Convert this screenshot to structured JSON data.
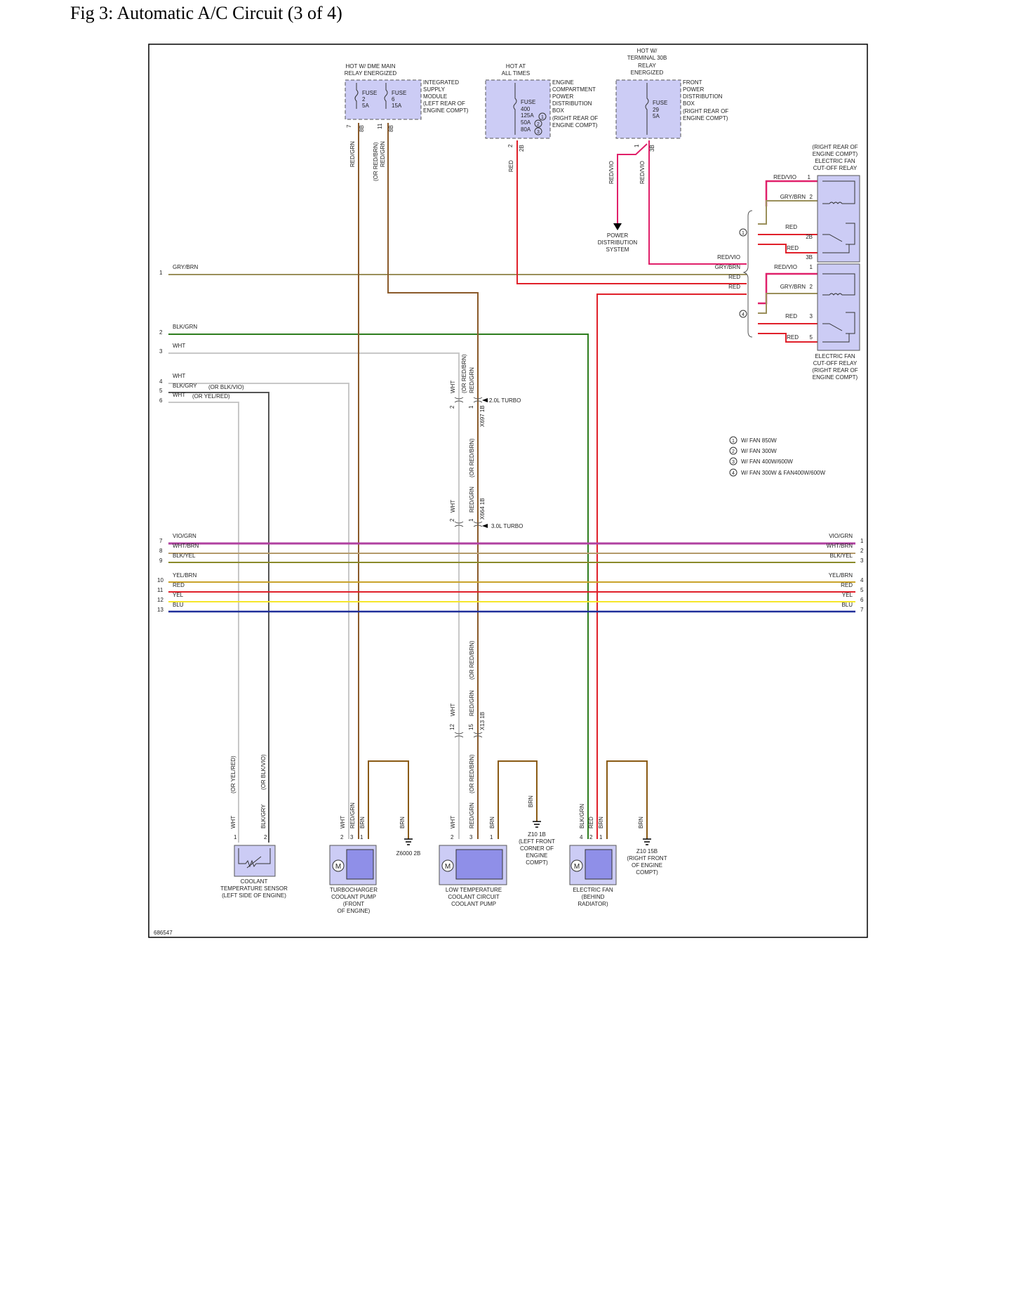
{
  "title": "Fig 3: Automatic A/C Circuit (3 of 4)",
  "figure_id": "686547",
  "colors": {
    "GRY/BRN": "#9a8f5a",
    "BLK/GRN": "#2e7d1e",
    "WHT": "#c8c8c8",
    "BLK/GRY": "#555555",
    "RED": "#e0202a",
    "RED/GRN": "#8a5a2a",
    "RED/VIO": "#e0206a",
    "VIO/GRN": "#b040a0",
    "WHT/BRN": "#b49a6a",
    "BLK/YEL": "#8a8a2a",
    "YEL/BRN": "#c9a22a",
    "YEL": "#f5e62a",
    "BLU": "#1f2f9a",
    "BRN": "#8a5a14",
    "box": "#ccccf5",
    "boxdark": "#8f8fe8"
  },
  "sources": [
    {
      "id": "ism",
      "header": [
        "HOT W/ DME MAIN",
        "RELAY ENERGIZED"
      ],
      "fuses": [
        [
          "FUSE",
          "2",
          "5A"
        ],
        [
          "FUSE",
          "6",
          "15A"
        ]
      ],
      "name": [
        "INTEGRATED",
        "SUPPLY",
        "MODULE",
        "(LEFT REAR OF",
        "ENGINE COMPT)"
      ],
      "pins": [
        [
          "7",
          "8B"
        ],
        [
          "11",
          "8B"
        ]
      ]
    },
    {
      "id": "ecpdb",
      "header": [
        "HOT AT",
        "ALL TIMES"
      ],
      "fuses": [
        [
          "FUSE",
          "400",
          "125A",
          "50A",
          "80A"
        ]
      ],
      "name": [
        "ENGINE",
        "COMPARTMENT",
        "POWER",
        "DISTRIBUTION",
        "BOX",
        "(RIGHT REAR OF",
        "ENGINE COMPT)"
      ],
      "pins": [
        [
          "2",
          "2B"
        ]
      ]
    },
    {
      "id": "fpdb",
      "header": [
        "HOT W/",
        "TERMINAL 30B",
        "RELAY",
        "ENERGIZED"
      ],
      "fuses": [
        [
          "FUSE",
          "29",
          "5A"
        ]
      ],
      "name": [
        "FRONT",
        "POWER",
        "DISTRIBUTION",
        "BOX",
        "(RIGHT REAR OF",
        "ENGINE COMPT)"
      ],
      "pins": [
        [
          "1",
          "3B"
        ]
      ]
    }
  ],
  "pds": [
    "POWER",
    "DISTRIBUTION",
    "SYSTEM"
  ],
  "relay1": {
    "title": [
      "(RIGHT REAR OF",
      "ENGINE COMPT)",
      "ELECTRIC FAN",
      "CUT-OFF RELAY"
    ],
    "pins": [
      [
        "RED/VIO",
        "1"
      ],
      [
        "GRY/BRN",
        "2"
      ],
      [
        "RED",
        "2B"
      ],
      [
        "RED",
        "3B"
      ]
    ]
  },
  "relay2": {
    "title": [
      "ELECTRIC FAN",
      "CUT-OFF RELAY",
      "(RIGHT REAR OF",
      "ENGINE COMPT)"
    ],
    "pins": [
      [
        "RED/VIO",
        "1"
      ],
      [
        "GRY/BRN",
        "2"
      ],
      [
        "RED",
        "3"
      ],
      [
        "RED",
        "5"
      ]
    ]
  },
  "right_stack": [
    "RED/VIO",
    "GRY/BRN",
    "RED",
    "RED"
  ],
  "legend": [
    "W/ FAN 850W",
    "W/ FAN 300W",
    "W/ FAN 400W/600W",
    "W/ FAN 300W & FAN400W/600W"
  ],
  "left_wires": [
    {
      "num": "1",
      "label": "GRY/BRN"
    },
    {
      "num": "2",
      "label": "BLK/GRN"
    },
    {
      "num": "3",
      "label": "WHT"
    },
    {
      "num": "4",
      "label": "WHT"
    },
    {
      "num": "5",
      "label": "BLK/GRY",
      "alt": "(OR BLK/VIO)"
    },
    {
      "num": "6",
      "label": "WHT",
      "alt": "(OR YEL/RED)"
    }
  ],
  "bus": [
    {
      "left": "7",
      "label": "VIO/GRN",
      "right": "1"
    },
    {
      "left": "8",
      "label": "WHT/BRN",
      "right": "2"
    },
    {
      "left": "9",
      "label": "BLK/YEL",
      "right": "3"
    },
    {
      "left": "10",
      "label": "YEL/BRN",
      "right": "4"
    },
    {
      "left": "11",
      "label": "RED",
      "right": "5"
    },
    {
      "left": "12",
      "label": "YEL",
      "right": "6"
    },
    {
      "left": "13",
      "label": "BLU",
      "right": "7"
    }
  ],
  "connectors": {
    "x697": {
      "id": "X697 1B",
      "pins": [
        "2",
        "1"
      ],
      "note": "2.0L TURBO"
    },
    "x664": {
      "id": "X664 1B",
      "pins": [
        "2",
        "1"
      ],
      "note": "3.0L TURBO"
    },
    "x13": {
      "id": "X13 1B",
      "pins": [
        "12",
        "15"
      ]
    }
  },
  "vlabels": {
    "red_grn": "RED/GRN",
    "or_red_brn": "(OR RED/BRN)",
    "red": "RED",
    "red_vio": "RED/VIO",
    "wht": "WHT",
    "or_yel_red": "(OR YEL/RED)",
    "or_blk_vio": "(OR BLK/VIO)",
    "blk_gry": "BLK/GRY",
    "brn": "BRN",
    "blk_grn": "BLK/GRN"
  },
  "grounds": [
    {
      "id": "Z6000 2B",
      "lines": []
    },
    {
      "id": "Z10 1B",
      "lines": [
        "(LEFT FRONT",
        "CORNER OF",
        "ENGINE",
        "COMPT)"
      ]
    },
    {
      "id": "Z10 15B",
      "lines": [
        "(RIGHT FRONT",
        "OF ENGINE",
        "COMPT)"
      ]
    }
  ],
  "components": [
    {
      "id": "sensor",
      "name": [
        "COOLANT",
        "TEMPERATURE SENSOR",
        "(LEFT SIDE OF ENGINE)"
      ],
      "pins": [
        "1",
        "2"
      ]
    },
    {
      "id": "turbo",
      "name": [
        "TURBOCHARGER",
        "COOLANT PUMP",
        "(FRONT",
        "OF ENGINE)"
      ],
      "pins": [
        "2",
        "3",
        "1"
      ]
    },
    {
      "id": "ltpump",
      "name": [
        "LOW TEMPERATURE",
        "COOLANT CIRCUIT",
        "COOLANT PUMP"
      ],
      "pins": [
        "2",
        "3",
        "1"
      ]
    },
    {
      "id": "fan",
      "name": [
        "ELECTRIC FAN",
        "(BEHIND",
        "RADIATOR)"
      ],
      "pins": [
        "4",
        "2",
        "1"
      ]
    }
  ],
  "motor_symbol": "M",
  "markers": [
    "1",
    "2",
    "3",
    "4"
  ]
}
